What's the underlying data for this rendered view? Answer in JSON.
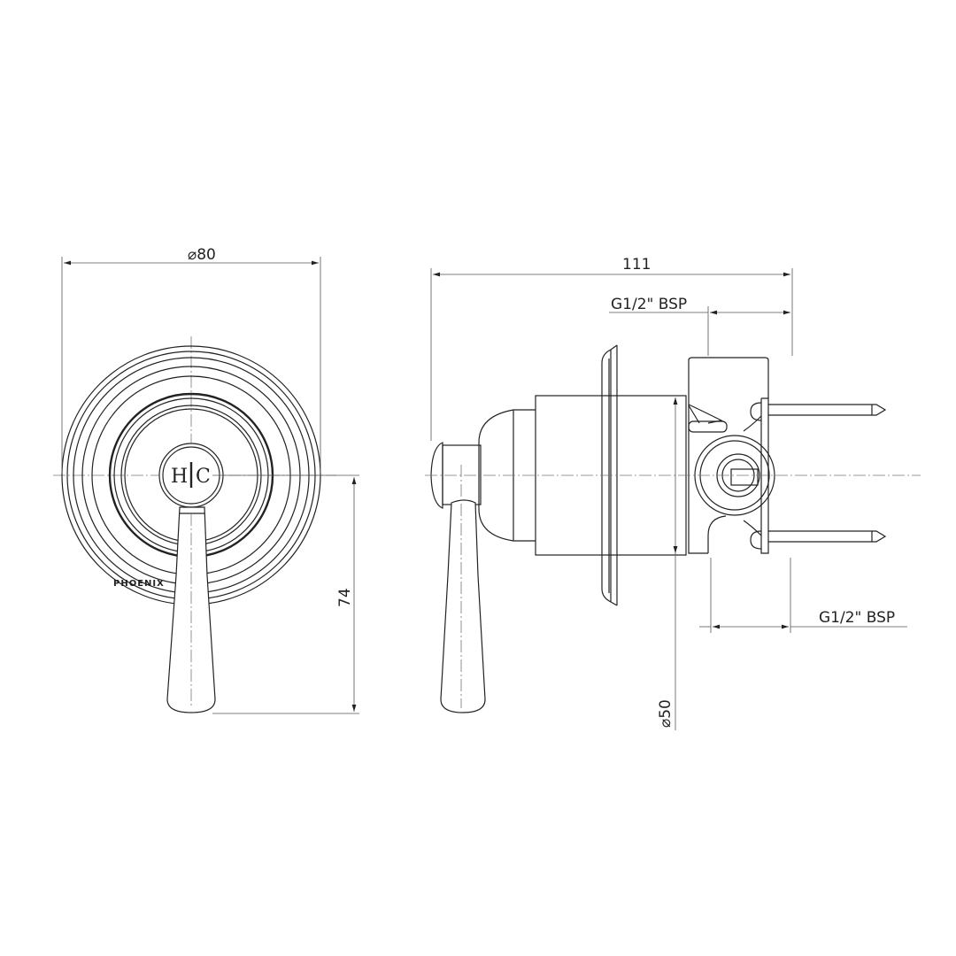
{
  "front_view": {
    "diameter_label": "⌀80",
    "height_label": "74",
    "handle_marking": {
      "hot": "H",
      "cold": "C"
    },
    "brand_mark": "PHOENIX"
  },
  "side_view": {
    "depth_label": "111",
    "inlet_top_label": "G1/2\" BSP",
    "inlet_bottom_label": "G1/2\" BSP",
    "body_diameter_label": "⌀50"
  }
}
